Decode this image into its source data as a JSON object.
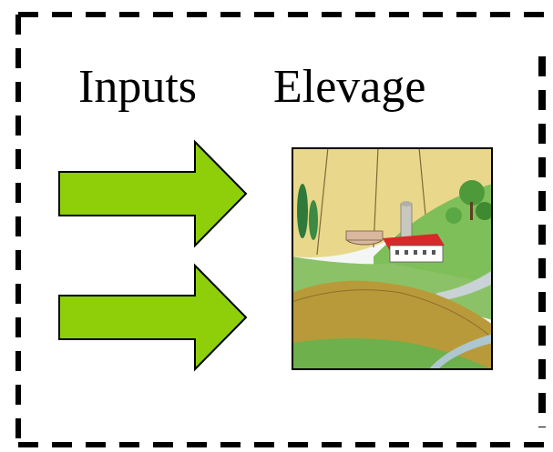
{
  "diagram": {
    "inputs_label": "Inputs",
    "elevage_label": "Elevage",
    "arrow_color": "#8ecf0a",
    "frame_style": "dashed",
    "illustration": "farm-landscape"
  }
}
